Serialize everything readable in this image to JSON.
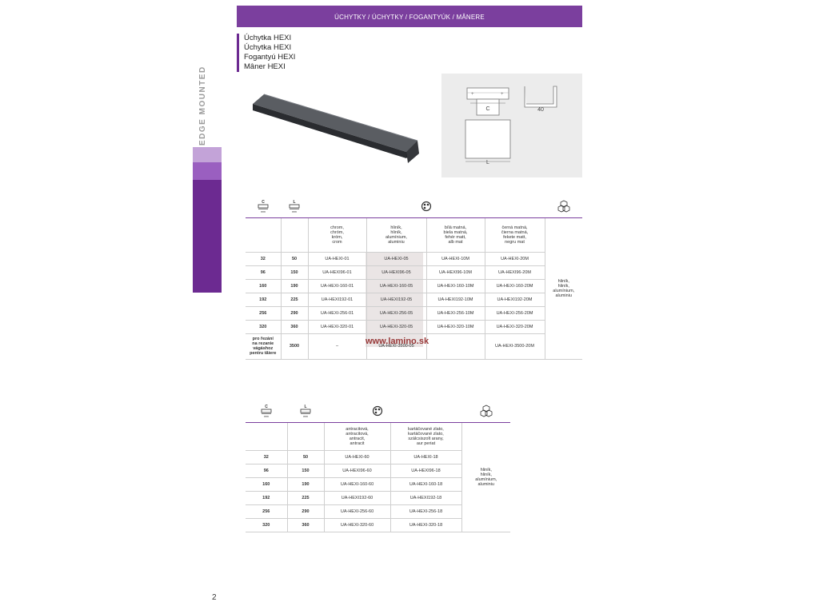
{
  "header": {
    "title": "ÚCHYTKY / ÚCHYTKY / FOGANTYÚK / MÂNERE"
  },
  "side_label": "EDGE MOUNTED",
  "product_titles": [
    "Úchytka HEXI",
    "Úchytka HEXI",
    "Fogantyú HEXI",
    "Mâner HEXI"
  ],
  "drawing": {
    "dim_c": "C",
    "dim_l": "L",
    "dim_depth": "40"
  },
  "units": {
    "c_label": "C",
    "l_label": "L",
    "mm": "mm"
  },
  "table1": {
    "finishes": [
      [
        "chrom,",
        "chróm,",
        "króm,",
        "crom"
      ],
      [
        "hliník,",
        "hliník,",
        "alumínium,",
        "aluminiu"
      ],
      [
        "bílá matná,",
        "biela matná,",
        "fehér matt,",
        "alb mat"
      ],
      [
        "černá matná,",
        "čierna matná,",
        "fekete matt,",
        "negru mat"
      ]
    ],
    "material": [
      "hliník,",
      "hliník,",
      "alumínium,",
      "aluminiu"
    ],
    "rows": [
      {
        "c": "32",
        "l": "50",
        "codes": [
          "UA-HEXI-01",
          "UA-HEXI-05",
          "UA-HEXI-10M",
          "UA-HEXI-20M"
        ]
      },
      {
        "c": "96",
        "l": "150",
        "codes": [
          "UA-HEXI96-01",
          "UA-HEXI96-05",
          "UA-HEXI96-10M",
          "UA-HEXI96-20M"
        ]
      },
      {
        "c": "160",
        "l": "190",
        "codes": [
          "UA-HEXI-160-01",
          "UA-HEXI-160-05",
          "UA-HEXI-160-10M",
          "UA-HEXI-160-20M"
        ]
      },
      {
        "c": "192",
        "l": "225",
        "codes": [
          "UA-HEXI192-01",
          "UA-HEXI192-05",
          "UA-HEXI192-10M",
          "UA-HEXI192-20M"
        ]
      },
      {
        "c": "256",
        "l": "290",
        "codes": [
          "UA-HEXI-256-01",
          "UA-HEXI-256-05",
          "UA-HEXI-256-10M",
          "UA-HEXI-256-20M"
        ]
      },
      {
        "c": "320",
        "l": "360",
        "codes": [
          "UA-HEXI-320-01",
          "UA-HEXI-320-05",
          "UA-HEXI-320-10M",
          "UA-HEXI-320-20M"
        ]
      }
    ],
    "cut_row": {
      "label": [
        "pro řezání",
        "na rezanie",
        "vágáshoz",
        "pentru tăiere"
      ],
      "l": "3500",
      "codes": [
        "–",
        "UA-HEXI-3500-05",
        "",
        "UA-HEXI-3500-20M"
      ]
    }
  },
  "table2": {
    "finishes": [
      [
        "antracitová,",
        "antracitová,",
        "antracit,",
        "antracit"
      ],
      [
        "kartáčované zlato,",
        "kartáčované zlato,",
        "szálcsiszolt arany,",
        "aur periat"
      ]
    ],
    "material": [
      "hliník,",
      "hliník,",
      "alumínium,",
      "aluminiu"
    ],
    "rows": [
      {
        "c": "32",
        "l": "50",
        "codes": [
          "UA-HEXI-60",
          "UA-HEXI-18"
        ]
      },
      {
        "c": "96",
        "l": "150",
        "codes": [
          "UA-HEXI96-60",
          "UA-HEXI96-18"
        ]
      },
      {
        "c": "160",
        "l": "190",
        "codes": [
          "UA-HEXI-160-60",
          "UA-HEXI-160-18"
        ]
      },
      {
        "c": "192",
        "l": "225",
        "codes": [
          "UA-HEXI192-60",
          "UA-HEXI192-18"
        ]
      },
      {
        "c": "256",
        "l": "290",
        "codes": [
          "UA-HEXI-256-60",
          "UA-HEXI-256-18"
        ]
      },
      {
        "c": "320",
        "l": "360",
        "codes": [
          "UA-HEXI-320-60",
          "UA-HEXI-320-18"
        ]
      }
    ]
  },
  "watermark": "www.lamino.sk",
  "page_number": "2",
  "colors": {
    "brand_purple": "#7b3f9e",
    "dark_purple": "#6c2a91",
    "light_purple": "#c3a3d8"
  }
}
